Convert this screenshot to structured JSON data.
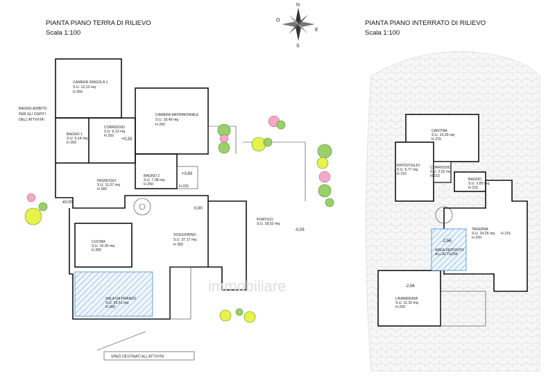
{
  "left_plan": {
    "title": "PIANTA PIANO TERRA DI RILIEVO",
    "scale": "Scala 1:100",
    "note": [
      "BAGNO ADIBITO",
      "PER GLI OSPITI",
      "DELL'ATTIVITA'"
    ],
    "rooms": [
      {
        "name": "CAMERA SINGOLA 1",
        "area": "S.U. 12,13 mq",
        "height": "H 250"
      },
      {
        "name": "CAMERA MATRIMONIALE",
        "area": "S.U. 18,49 mq",
        "height": "H 250"
      },
      {
        "name": "BAGNO 1",
        "area": "S.U. 5,14 mq",
        "height": "H 250"
      },
      {
        "name": "CORRIDOIO",
        "area": "S.U. 6,13 mq",
        "height": "H 250"
      },
      {
        "name": "BAGNO 2",
        "area": "S.U. 7,38 mq",
        "height": "H 250"
      },
      {
        "name": "INGRESSO",
        "area": "S.U. 11,07 mq",
        "height": "H 283"
      },
      {
        "name": "SOGGIORNO",
        "area": "S.U. 37,17 mq",
        "height": "H 283"
      },
      {
        "name": "PORTICO",
        "area": "S.U. 18,52 mq",
        "height": ""
      },
      {
        "name": "CUCINA",
        "area": "S.U. 16,00 mq",
        "height": "H 283"
      },
      {
        "name": "SALA DA PRANZO",
        "area": "S.U. 35,51 mq",
        "height": "H 283"
      }
    ],
    "levels": [
      "+0,33",
      "+0,63",
      "0,00",
      "-0,05",
      "±0,00"
    ],
    "extra_labels": [
      "H 220"
    ],
    "bottom_label": "SPAZI DESTINATI ALL'ATTIVITA'"
  },
  "right_plan": {
    "title": "PIANTA PIANO INTERRATO DI RILIEVO",
    "scale": "Scala 1:100",
    "rooms": [
      {
        "name": "CANTINA",
        "area": "S.U. 10,33 mq",
        "height": "H 215"
      },
      {
        "name": "RIPOSTIGLIO",
        "area": "S.U. 6,77 mq",
        "height": "H 215"
      },
      {
        "name": "CORRIDOIO",
        "area": "S.U. 2,52 mq",
        "height": "H 215"
      },
      {
        "name": "BAGNO",
        "area": "S.U. 2,85 mq",
        "height": "H 215"
      },
      {
        "name": "TAVERNA",
        "area": "S.U. 24,25 mq",
        "height": "H 220"
      },
      {
        "name": "LAVANDERIA",
        "area": "S.U. 11,32 mq",
        "height": "H 220"
      }
    ],
    "extra_labels": [
      "H 215"
    ],
    "deposit": [
      "AREA DEPOSITO",
      "ALL'ATTIVITA'"
    ],
    "levels": [
      "-2,56",
      "-2,56"
    ]
  },
  "compass": [
    "N",
    "E",
    "S",
    "O"
  ],
  "watermark": "immobiliare",
  "colors": {
    "hatch": "#2a7fc9",
    "wall": "#111111",
    "greenery": "#9bcf6a"
  }
}
